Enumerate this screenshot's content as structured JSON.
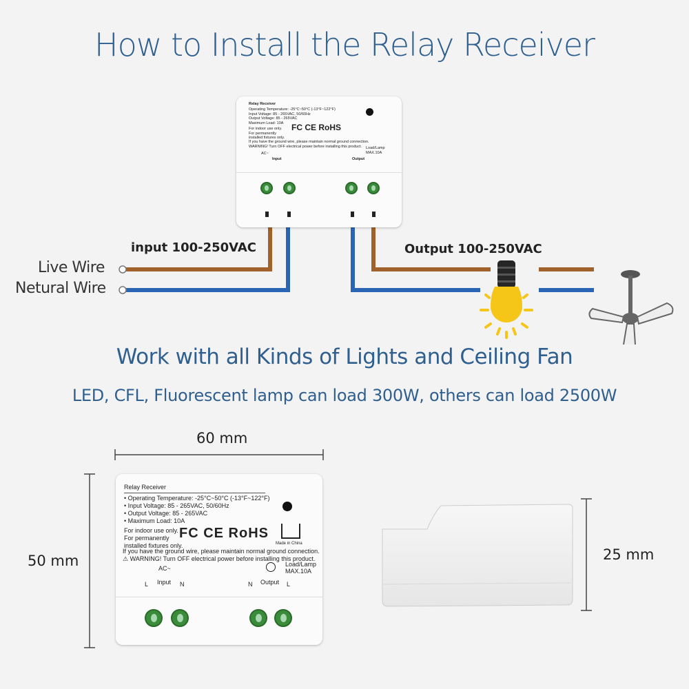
{
  "title": "How to Install the Relay Receiver",
  "wiring": {
    "input_label": "input 100-250VAC",
    "output_label": "Output 100-250VAC",
    "live_wire": "Live Wire",
    "neutral_wire": "Netural Wire"
  },
  "subtitle": "Work with all Kinds of Lights and Ceiling Fan",
  "load_note": "LED, CFL, Fluorescent lamp can load 300W, others can load 2500W",
  "dimensions": {
    "width": "60 mm",
    "height": "50 mm",
    "depth": "25 mm"
  },
  "device": {
    "name": "Relay Receiver",
    "specs": [
      "Operating Temperature: -25°C~50°C (-13°F~122°F)",
      "Input Voltage: 85 - 265VAC, 50/60Hz",
      "Output Voltage: 85 - 265VAC",
      "Maximum Load: 10A"
    ],
    "indoor": [
      "For indoor use only.",
      "For permanently",
      "installed fixtures only."
    ],
    "warning1": "If you have the ground wire, please maintain normal ground connection.",
    "warning2": "WARNING! Turn OFF electrical power before installing this product.",
    "cert": "FC CE RoHS",
    "made_in": "Made in China",
    "ac": "AC~",
    "input": "Input",
    "output": "Output",
    "load_lamp": "Load/Lamp",
    "max": "MAX.10A",
    "L": "L",
    "N": "N"
  },
  "colors": {
    "brown_wire": "#a0612a",
    "blue_wire": "#2a64b4",
    "title_blue": "#2f5f8f",
    "bulb_yellow": "#f5c518"
  }
}
